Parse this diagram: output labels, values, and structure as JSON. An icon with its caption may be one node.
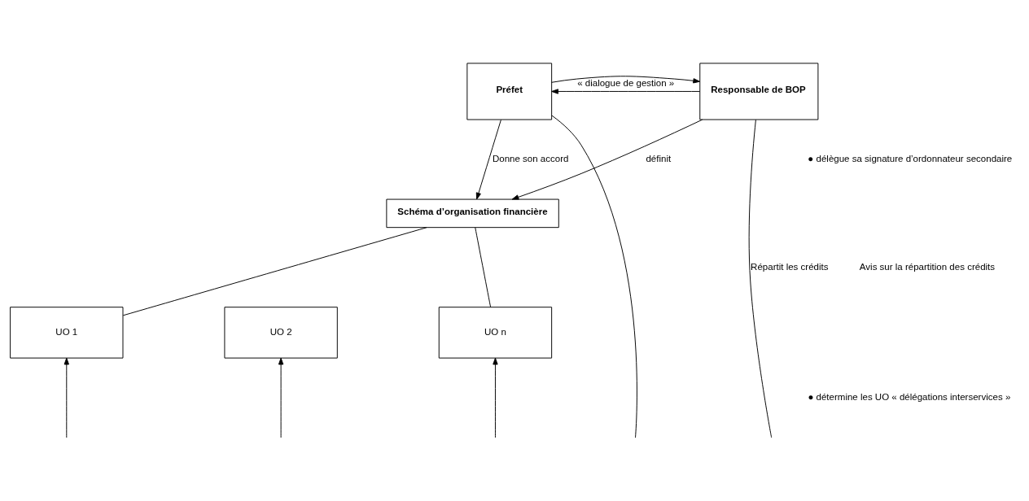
{
  "diagram": {
    "nodes": [
      {
        "text": [
          "Préfet"
        ]
      },
      {
        "text": [
          "Responsable de BOP"
        ]
      },
      {
        "text": [
          "Schéma d’organisation financière"
        ]
      },
      {
        "text": [
          "UO 1"
        ]
      },
      {
        "text": [
          "UO 2"
        ]
      },
      {
        "text": [
          "UO n"
        ]
      }
    ],
    "edges": [
      {
        "from": 1,
        "to": 0,
        "arrow": "to",
        "label": "« dialogue de gestion »"
      },
      {
        "from": 0,
        "to": 1,
        "arrow": "to"
      },
      {
        "from": 0,
        "to": 2,
        "arrow": "to",
        "label": "Donne son accord"
      },
      {
        "from": 1,
        "to": 2,
        "arrow": "to",
        "label": "définit"
      },
      {
        "from": 2,
        "to": 3,
        "arrow": "none"
      },
      {
        "from": 2,
        "to": 5,
        "arrow": "none"
      },
      {
        "from": 0,
        "to": null,
        "arrow": "none"
      },
      {
        "from": 1,
        "to": null,
        "arrow": "none",
        "label": "Répartit les crédits"
      },
      {
        "from": null,
        "to": 3,
        "arrow": "to"
      },
      {
        "from": null,
        "to": 4,
        "arrow": "to"
      },
      {
        "from": null,
        "to": 5,
        "arrow": "to"
      }
    ],
    "labels": [
      "● délègue sa signature d’ordonnateur secondaire",
      "Avis sur la répartition des crédits",
      "● détermine les UO « délégations interservices »"
    ]
  }
}
